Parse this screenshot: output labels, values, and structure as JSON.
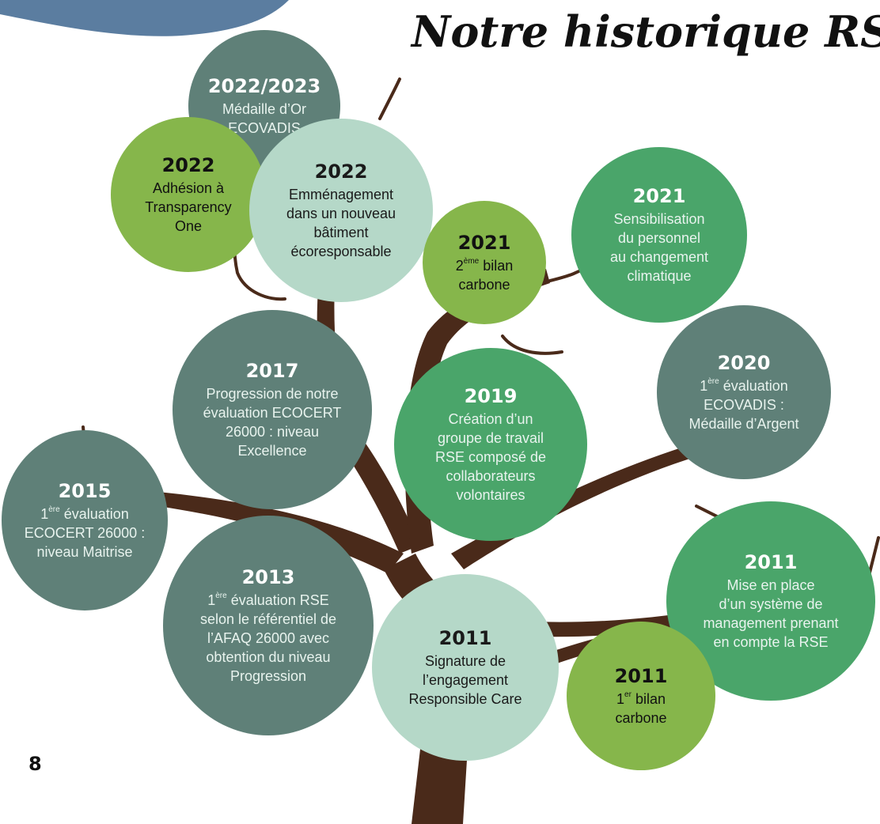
{
  "title": "Notre historique RSE",
  "page_number": "8",
  "colors": {
    "trunk": "#4a2a1a",
    "slate": "#5f8078",
    "green": "#4aa56a",
    "lime": "#86b64b",
    "mint": "#b5d8c8",
    "corner_blob": "#5b7da0"
  },
  "milestones": {
    "m2022_2023_ecovadis_or": {
      "year": "2022/2023",
      "lines": [
        "Médaille d’Or",
        "ECOVADIS"
      ]
    },
    "m2022_transparency": {
      "year": "2022",
      "lines": [
        "Adhésion à",
        "Transparency",
        "One"
      ]
    },
    "m2022_batiment": {
      "year": "2022",
      "lines": [
        "Emménagement",
        "dans un nouveau",
        "bâtiment",
        "écoresponsable"
      ]
    },
    "m2021_bilan2": {
      "year": "2021",
      "sup": "ème",
      "lines": [
        "2",
        " bilan",
        "carbone"
      ]
    },
    "m2021_sensibilisation": {
      "year": "2021",
      "lines": [
        "Sensibilisation",
        "du personnel",
        "au changement",
        "climatique"
      ]
    },
    "m2017_ecocert": {
      "year": "2017",
      "lines": [
        "Progression de notre",
        "évaluation ECOCERT",
        "26000 : niveau",
        "Excellence"
      ]
    },
    "m2019_groupe": {
      "year": "2019",
      "lines": [
        "Création d’un",
        "groupe de travail",
        "RSE composé de",
        "collaborateurs",
        "volontaires"
      ]
    },
    "m2020_ecovadis_argent": {
      "year": "2020",
      "sup": "ère",
      "lines": [
        "1",
        " évaluation",
        "ECOVADIS :",
        "Médaille d’Argent"
      ]
    },
    "m2015_ecocert": {
      "year": "2015",
      "sup": "ère",
      "lines": [
        "1",
        " évaluation",
        "ECOCERT 26000 :",
        "niveau Maitrise"
      ]
    },
    "m2013_afaq": {
      "year": "2013",
      "sup": "ère",
      "lines": [
        "1",
        " évaluation RSE",
        "selon le référentiel de",
        "l’AFAQ 26000 avec",
        "obtention du niveau",
        "Progression"
      ]
    },
    "m2011_management": {
      "year": "2011",
      "lines": [
        "Mise en place",
        "d’un système de",
        "management prenant",
        "en compte la RSE"
      ]
    },
    "m2011_responsible_care": {
      "year": "2011",
      "lines": [
        "Signature de",
        "l’engagement",
        "Responsible Care"
      ]
    },
    "m2011_bilan1": {
      "year": "2011",
      "sup": "er",
      "lines": [
        "1",
        " bilan",
        "carbone"
      ]
    }
  }
}
